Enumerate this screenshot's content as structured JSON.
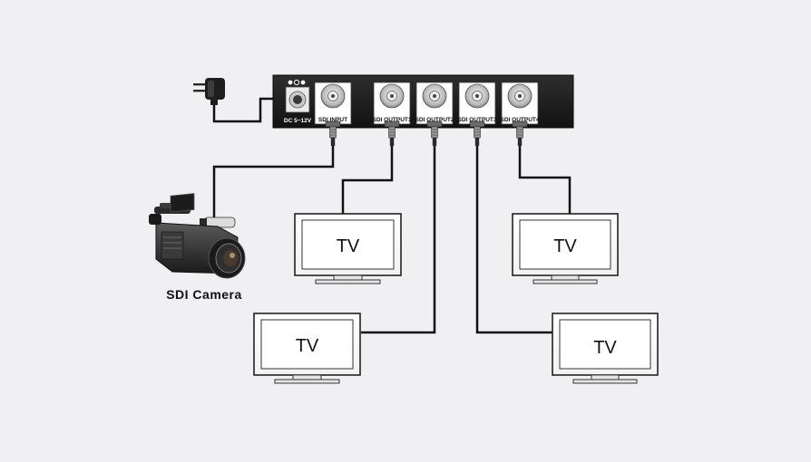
{
  "splitter": {
    "power_label": "DC 5~12V",
    "ports": [
      {
        "label": "SDI INPUT"
      },
      {
        "label": "SDI OUTPUT1"
      },
      {
        "label": "SDI OUTPUT2"
      },
      {
        "label": "SDI OUTPUT3"
      },
      {
        "label": "SDI OUTPUT4"
      }
    ]
  },
  "camera": {
    "label": "SDI Camera"
  },
  "tvs": [
    {
      "label": "TV"
    },
    {
      "label": "TV"
    },
    {
      "label": "TV"
    },
    {
      "label": "TV"
    }
  ],
  "colors": {
    "background": "#f0f0f2",
    "device_body": "#1c1c1c",
    "cable": "#111111",
    "tv_frame": "#ffffff",
    "tv_outline": "#222222"
  }
}
